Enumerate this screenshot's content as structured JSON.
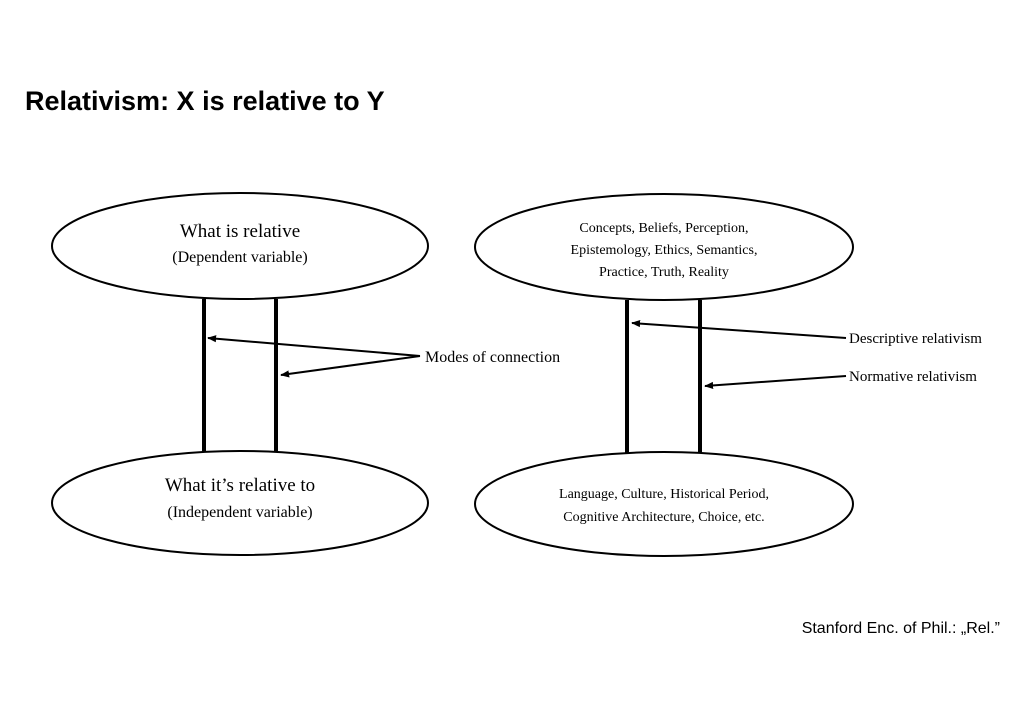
{
  "title": "Relativism: X is relative to Y",
  "left_diagram": {
    "top_ellipse": {
      "line1": "What is relative",
      "line2": "(Dependent variable)"
    },
    "bottom_ellipse": {
      "line1": "What it’s relative to",
      "line2": "(Independent variable)"
    },
    "connection_label": "Modes of connection"
  },
  "right_diagram": {
    "top_ellipse": {
      "line1": "Concepts, Beliefs, Perception,",
      "line2": "Epistemology, Ethics, Semantics,",
      "line3": "Practice, Truth, Reality"
    },
    "bottom_ellipse": {
      "line1": "Language, Culture, Historical Period,",
      "line2": "Cognitive Architecture, Choice, etc."
    },
    "descriptive_label": "Descriptive relativism",
    "normative_label": "Normative relativism"
  },
  "citation": "Stanford Enc. of Phil.: „Rel.”"
}
